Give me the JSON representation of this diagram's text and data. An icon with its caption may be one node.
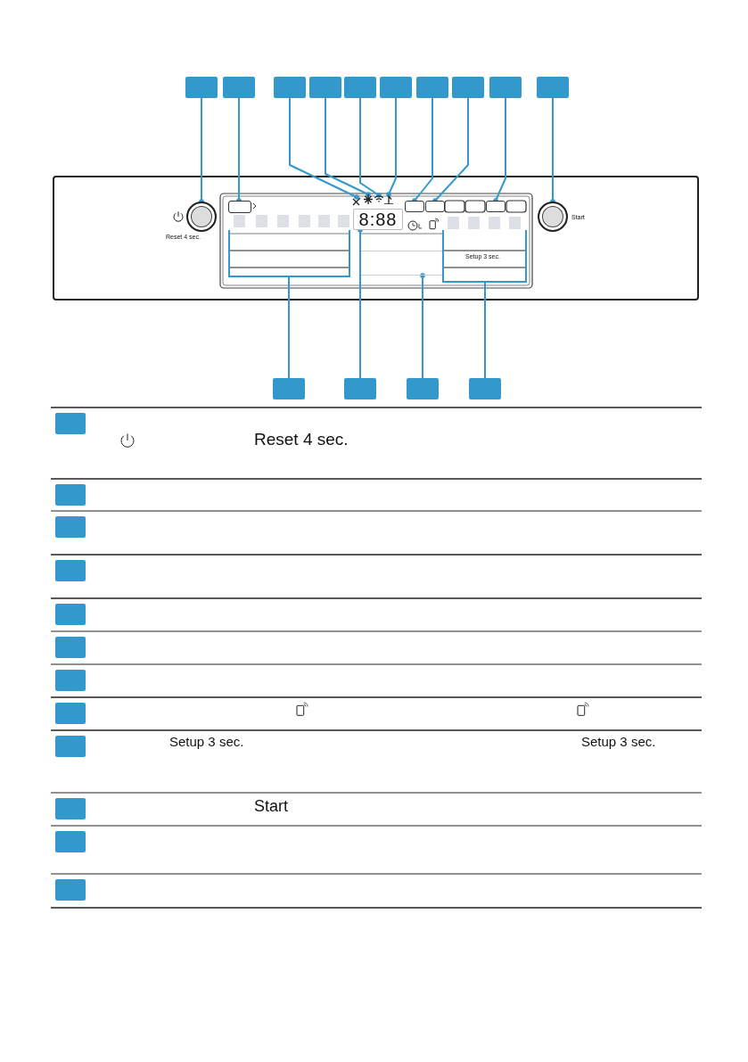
{
  "diagram": {
    "nodes": [
      {
        "text": [],
        "shape": "box"
      },
      {
        "text": [],
        "shape": "box"
      },
      {
        "text": [],
        "shape": "box"
      },
      {
        "text": [],
        "shape": "box"
      },
      {
        "text": [],
        "shape": "box"
      },
      {
        "text": [],
        "shape": "box"
      },
      {
        "text": [],
        "shape": "box"
      },
      {
        "text": [],
        "shape": "box"
      },
      {
        "text": [],
        "shape": "box"
      },
      {
        "text": [],
        "shape": "box"
      },
      {
        "text": [],
        "shape": "circle",
        "beside": [
          "Reset 4 sec."
        ]
      },
      {
        "text": [],
        "shape": "box"
      },
      {
        "text": [
          "8:88"
        ]
      },
      {
        "text": [],
        "shape": "box"
      },
      {
        "text": [],
        "shape": "box"
      },
      {
        "text": [],
        "shape": "box"
      },
      {
        "text": [],
        "shape": "circle",
        "beside": [
          "Start"
        ]
      },
      {
        "text": [],
        "shape": "box"
      },
      {
        "text": [],
        "shape": "box"
      },
      {
        "text": [],
        "shape": "box"
      },
      {
        "text": [],
        "shape": "box"
      },
      {
        "text": [],
        "shape": "box"
      },
      {
        "text": [],
        "shape": "box"
      },
      {
        "text": [],
        "shape": "box"
      },
      {
        "text": [],
        "shape": "box"
      },
      {
        "text": [],
        "shape": "box"
      },
      {
        "text": [],
        "shape": "box"
      },
      {
        "text": [],
        "shape": "box"
      },
      {
        "text": [],
        "shape": "box"
      },
      {
        "text": [],
        "shape": "box"
      },
      {
        "text": [],
        "shape": "box"
      },
      {
        "text": [],
        "shape": "box"
      },
      {
        "text": [],
        "shape": "box"
      },
      {
        "text": [],
        "shape": "picture"
      },
      {
        "text": [],
        "shape": "picture"
      },
      {
        "text": [],
        "shape": "picture"
      },
      {
        "text": [],
        "shape": "picture"
      },
      {
        "text": [],
        "shape": "bar"
      },
      {
        "text": [],
        "shape": "box"
      },
      {
        "text": [],
        "shape": "bar"
      }
    ],
    "edges": [
      {
        "from": 0,
        "to": 10,
        "arrow": "other"
      },
      {
        "from": 1,
        "to": 11,
        "arrow": "other"
      },
      {
        "from": 2,
        "to": 33,
        "arrow": "other"
      },
      {
        "from": 3,
        "to": 34,
        "arrow": "other"
      },
      {
        "from": 4,
        "to": 35,
        "arrow": "other"
      },
      {
        "from": 5,
        "to": 36,
        "arrow": "other"
      },
      {
        "from": 6,
        "to": 13,
        "arrow": "other"
      },
      {
        "from": 7,
        "to": 14,
        "arrow": "other"
      },
      {
        "from": 8,
        "to": 15,
        "arrow": "other"
      },
      {
        "from": 9,
        "to": 16,
        "arrow": "other"
      },
      {
        "from": 17,
        "to": 37,
        "arrow": "none"
      },
      {
        "from": 18,
        "to": 12,
        "arrow": "other"
      },
      {
        "from": 19,
        "to": 38,
        "arrow": "other"
      },
      {
        "from": 20,
        "to": 39,
        "arrow": "none"
      }
    ],
    "labels": [
      "Setup 3 sec.",
      "Reset 4 sec.",
      "Setup 3 sec.",
      "Setup 3 sec.",
      "Start"
    ]
  }
}
